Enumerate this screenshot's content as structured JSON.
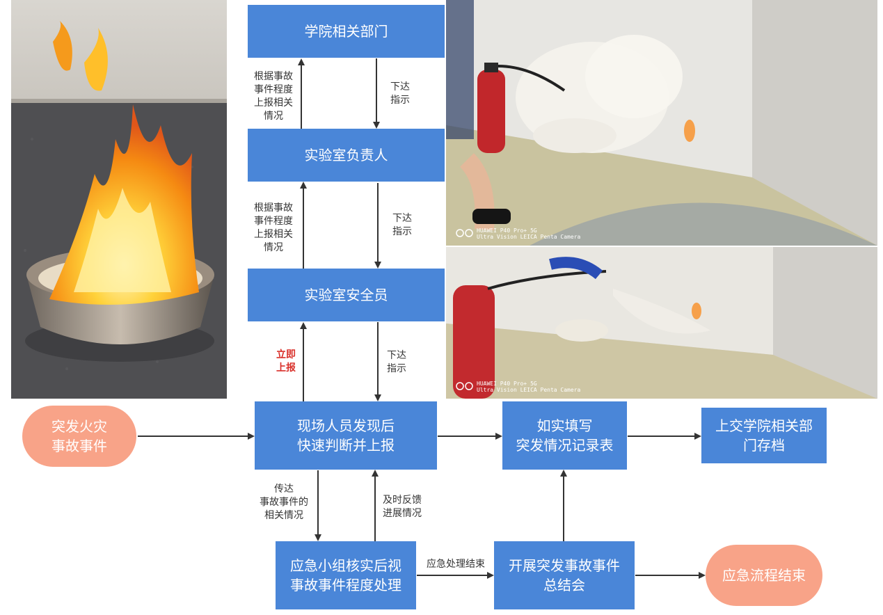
{
  "nodes": {
    "dept": "学院相关部门",
    "lab_head": "实验室负责人",
    "safety_officer": "实验室安全员",
    "fire_event": "突发火灾\n事故事件",
    "onsite": "现场人员发现后\n快速判断并上报",
    "record_form": "如实填写\n突发情况记录表",
    "archive": "上交学院相关部\n门存档",
    "emergency_team": "应急小组核实后视\n事故事件程度处理",
    "summary_meeting": "开展突发事故事件\n总结会",
    "end": "应急流程结束"
  },
  "labels": {
    "report_up_1": "根据事故\n事件程度\n上报相关\n情况",
    "issue_down_1": "下达\n指示",
    "report_up_2": "根据事故\n事件程度\n上报相关\n情况",
    "issue_down_2": "下达\n指示",
    "immediate_report": "立即\n上报",
    "issue_down_3": "下达\n指示",
    "convey": "传达\n事故事件的\n相关情况",
    "feedback": "及时反馈\n进展情况",
    "handling_done": "应急处理结束"
  },
  "photos": {
    "watermark_line1": "HUAWEI P40 Pro+ 5G",
    "watermark_line2": "Ultra Vision LEICA Penta Camera"
  },
  "colors": {
    "box": "#4a86d8",
    "pill": "#f8a388",
    "arrow": "#333333",
    "highlight_label": "#d9302a"
  }
}
